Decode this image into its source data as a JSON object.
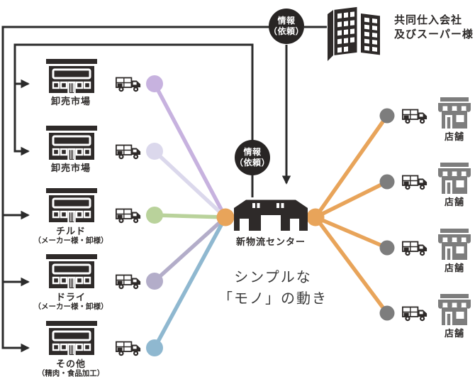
{
  "supplier": {
    "line1": "共同仕入会社",
    "line2": "及びスーパー様"
  },
  "info_badge": {
    "line1": "情報",
    "line2": "（依頼）"
  },
  "center": {
    "warehouse_label": "新物流センター",
    "tagline1": "シンプルな",
    "tagline2": "「モノ」の動き"
  },
  "left_nodes": [
    {
      "label": "卸売市場",
      "dot_color": "#c7b2df"
    },
    {
      "label": "卸売市場",
      "dot_color": "#dbd8ec"
    },
    {
      "label": "チルド",
      "sub": "（メーカー様・卸様）",
      "dot_color": "#b9d29b"
    },
    {
      "label": "ドライ",
      "sub": "（メーカー様・卸様）",
      "dot_color": "#b3adc9"
    },
    {
      "label": "その他",
      "sub": "（精肉・食品加工）",
      "dot_color": "#8fb8d0"
    }
  ],
  "right_nodes": [
    {
      "label": "店舗"
    },
    {
      "label": "店舗"
    },
    {
      "label": "店舗"
    },
    {
      "label": "店舗"
    }
  ],
  "colors": {
    "line_black": "#2b2b2b",
    "icon_dark": "#2e2a29",
    "icon_gray": "#7d7d7d",
    "hub_orange": "#e8a45a",
    "badge_black": "#282524"
  }
}
